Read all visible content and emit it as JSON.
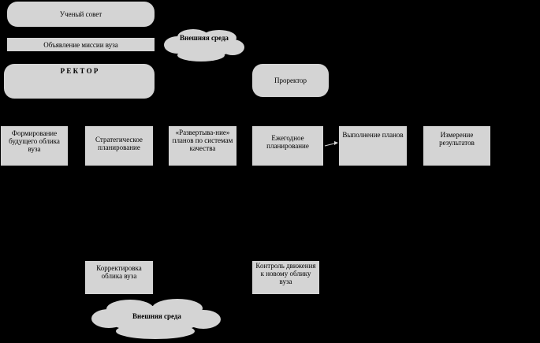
{
  "nodes": {
    "council": "Ученый совет",
    "mission": "Объявление миссии вуза",
    "rector": "Р Е К Т О Р",
    "prorector": "Проректор",
    "future_image": "Формирование будущего облика вуза",
    "strategic": "Стратегическое планирование",
    "deployment": "«Развертыва-ние» планов по системам качества",
    "annual": "Ежегодное планирование",
    "execution": "Выполнение планов",
    "measurement": "Измерение результатов",
    "correction": "Корректировка облика вуза",
    "control": "Контроль движения к новому облику вуза"
  },
  "clouds": {
    "environment_top": "Внешняя среда",
    "environment_bottom": "Внешняя среда"
  },
  "colors": {
    "background": "#000000",
    "box_fill": "#d4d4d4",
    "cloud_fill": "#d4d4d4"
  }
}
